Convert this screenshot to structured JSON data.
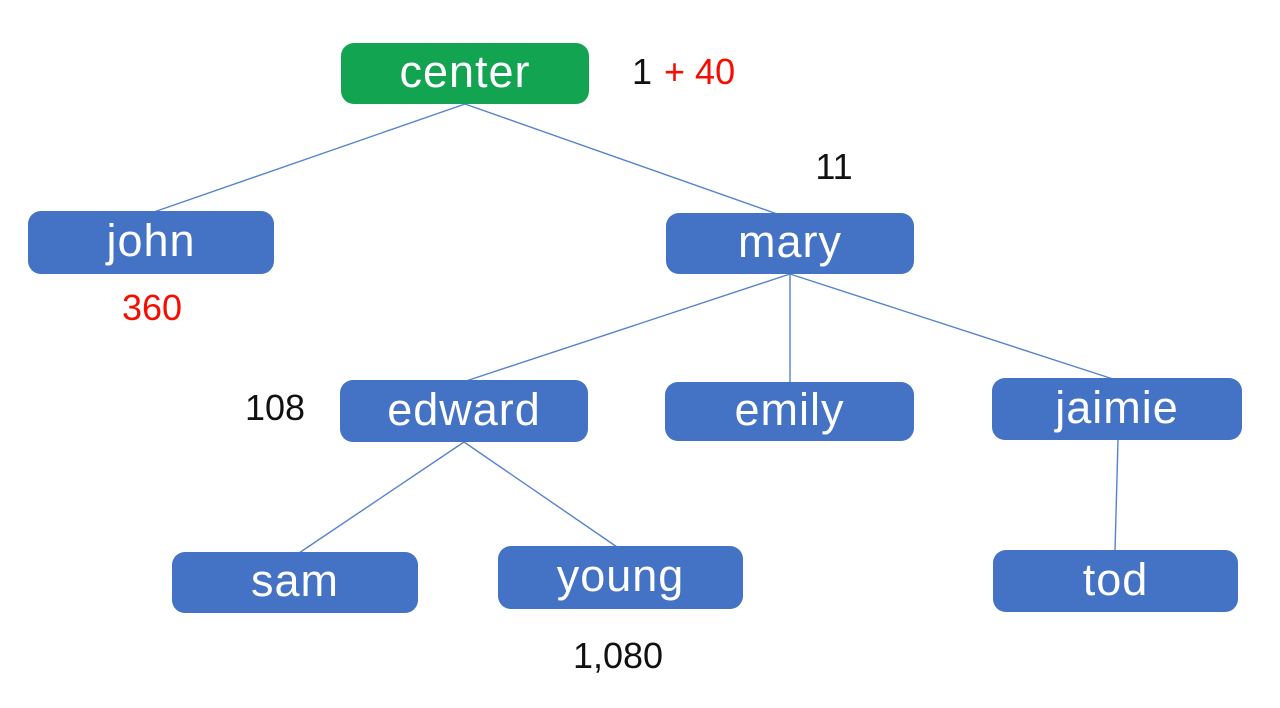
{
  "diagram": {
    "type": "tree",
    "colors": {
      "background": "#FFFFFF",
      "root_fill": "#12A450",
      "node_fill": "#4472C4",
      "node_text": "#FFFFFF",
      "edge": "#5583CD",
      "annotation_black": "#111111",
      "annotation_red": "#F70D00"
    },
    "nodes": {
      "center": {
        "label": "center",
        "role": "root"
      },
      "john": {
        "label": "john"
      },
      "mary": {
        "label": "mary"
      },
      "edward": {
        "label": "edward"
      },
      "emily": {
        "label": "emily"
      },
      "jaimie": {
        "label": "jaimie"
      },
      "sam": {
        "label": "sam"
      },
      "young": {
        "label": "young"
      },
      "tod": {
        "label": "tod"
      }
    },
    "edges": [
      {
        "from": "center",
        "to": "john"
      },
      {
        "from": "center",
        "to": "mary"
      },
      {
        "from": "mary",
        "to": "edward"
      },
      {
        "from": "mary",
        "to": "emily"
      },
      {
        "from": "mary",
        "to": "jaimie"
      },
      {
        "from": "edward",
        "to": "sam"
      },
      {
        "from": "edward",
        "to": "young"
      },
      {
        "from": "jaimie",
        "to": "tod"
      }
    ],
    "annotations": {
      "center_black": "1",
      "center_red": "+ 40",
      "mary_above": "11",
      "john_below": "360",
      "edward_left": "108",
      "young_below": "1,080"
    }
  }
}
